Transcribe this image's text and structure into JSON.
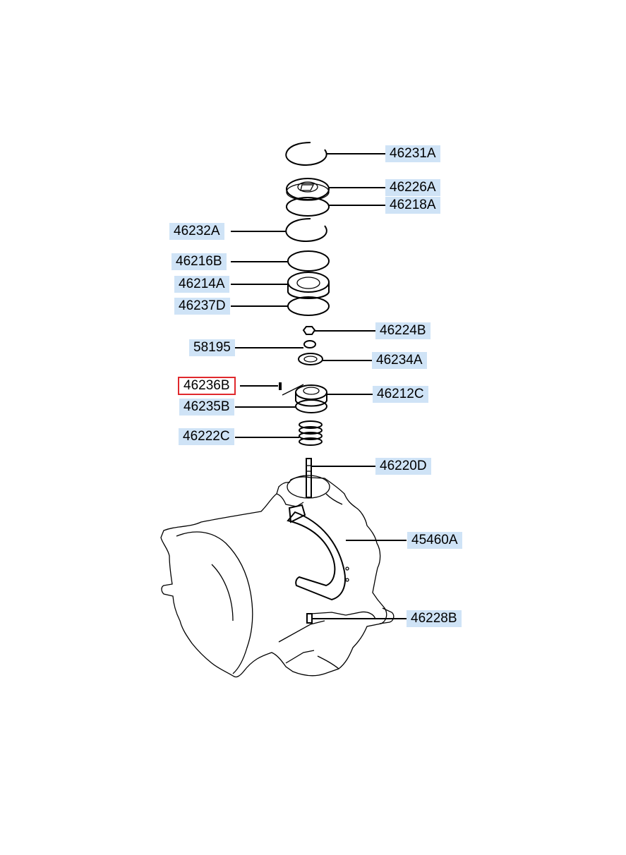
{
  "callouts": [
    {
      "id": "46231A",
      "text": "46231A",
      "selected": false
    },
    {
      "id": "46226A",
      "text": "46226A",
      "selected": false
    },
    {
      "id": "46218A",
      "text": "46218A",
      "selected": false
    },
    {
      "id": "46232A",
      "text": "46232A",
      "selected": false
    },
    {
      "id": "46216B",
      "text": "46216B",
      "selected": false
    },
    {
      "id": "46214A",
      "text": "46214A",
      "selected": false
    },
    {
      "id": "46237D",
      "text": "46237D",
      "selected": false
    },
    {
      "id": "46224B",
      "text": "46224B",
      "selected": false
    },
    {
      "id": "58195",
      "text": "58195",
      "selected": false
    },
    {
      "id": "46234A",
      "text": "46234A",
      "selected": false
    },
    {
      "id": "46236B",
      "text": "46236B",
      "selected": true
    },
    {
      "id": "46212C",
      "text": "46212C",
      "selected": false
    },
    {
      "id": "46235B",
      "text": "46235B",
      "selected": false
    },
    {
      "id": "46222C",
      "text": "46222C",
      "selected": false
    },
    {
      "id": "46220D",
      "text": "46220D",
      "selected": false
    },
    {
      "id": "45460A",
      "text": "45460A",
      "selected": false
    },
    {
      "id": "46228B",
      "text": "46228B",
      "selected": false
    }
  ],
  "colors": {
    "label_bg": "#cfe3f6",
    "selected_border": "#e0282c",
    "line": "#000000"
  }
}
